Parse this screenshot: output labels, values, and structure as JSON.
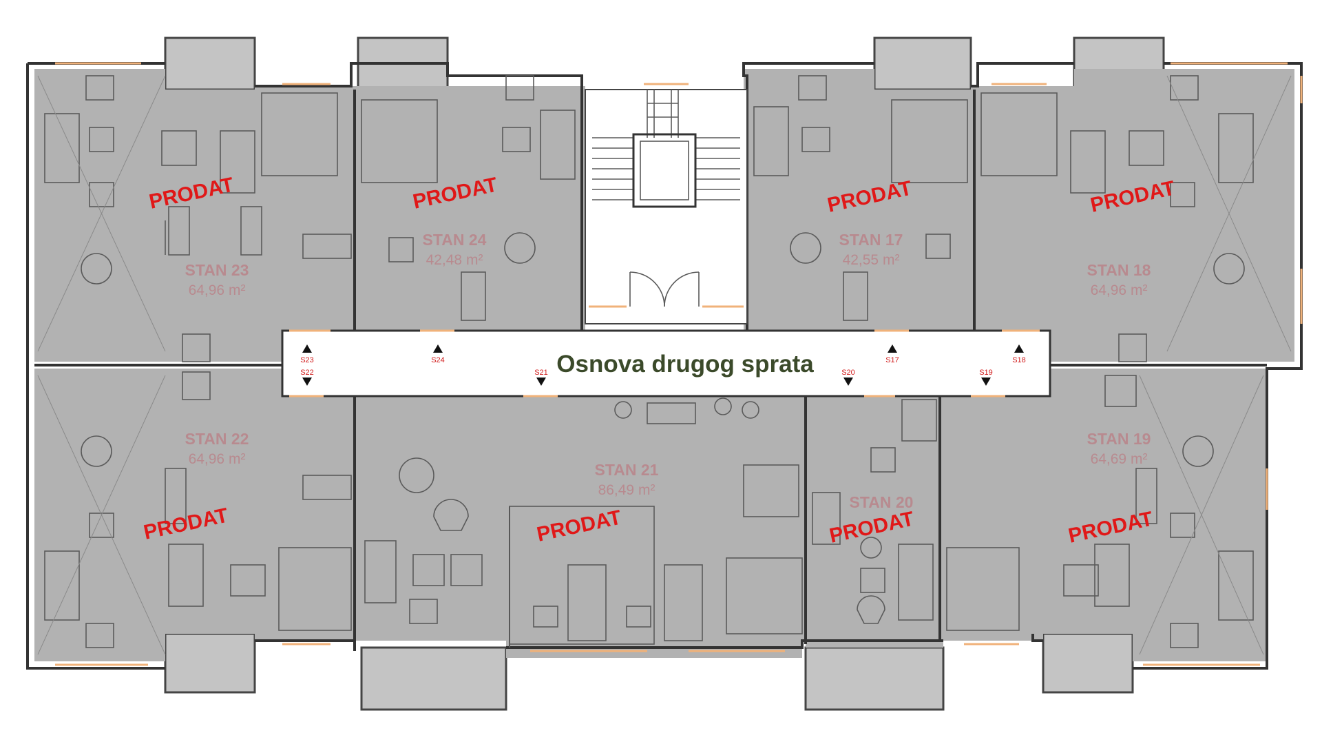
{
  "title": "Osnova drugog sprata",
  "colors": {
    "apartment_fill": "#b2b2b2",
    "sold_label": "#e01818",
    "apartment_label": "#b88a8f",
    "title": "#3b4a2a",
    "marker_label": "#d11a1a",
    "window": "#f0b27a",
    "wall": "#333333"
  },
  "apartments": {
    "stan23": {
      "name": "STAN 23",
      "area": "64,96 m²",
      "status": "PRODAT"
    },
    "stan24": {
      "name": "STAN 24",
      "area": "42,48 m²",
      "status": "PRODAT"
    },
    "stan17": {
      "name": "STAN 17",
      "area": "42,55 m²",
      "status": "PRODAT"
    },
    "stan18": {
      "name": "STAN 18",
      "area": "64,96 m²",
      "status": "PRODAT"
    },
    "stan22": {
      "name": "STAN 22",
      "area": "64,96 m²",
      "status": "PRODAT"
    },
    "stan21": {
      "name": "STAN 21",
      "area": "86,49 m²",
      "status": "PRODAT"
    },
    "stan20": {
      "name": "STAN 20",
      "area": "",
      "status": "PRODAT"
    },
    "stan19": {
      "name": "STAN 19",
      "area": "64,69 m²",
      "status": "PRODAT"
    }
  },
  "markers": {
    "s23": {
      "label": "S23",
      "direction": "up"
    },
    "s22": {
      "label": "S22",
      "direction": "down"
    },
    "s24": {
      "label": "S24",
      "direction": "up"
    },
    "s21": {
      "label": "S21",
      "direction": "down"
    },
    "s20": {
      "label": "S20",
      "direction": "down"
    },
    "s17": {
      "label": "S17",
      "direction": "up"
    },
    "s19": {
      "label": "S19",
      "direction": "down"
    },
    "s18": {
      "label": "S18",
      "direction": "up"
    }
  }
}
